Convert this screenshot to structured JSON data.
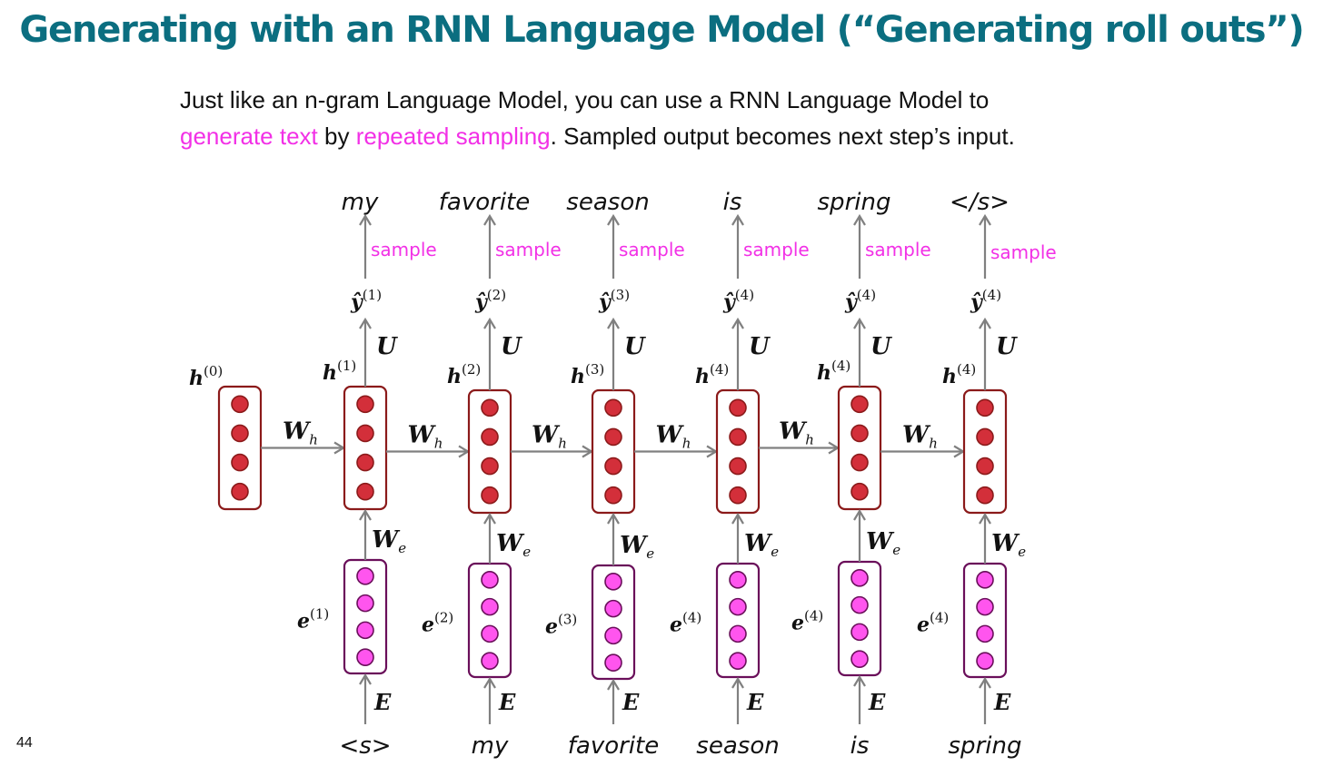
{
  "slide": {
    "title": "Generating with an RNN Language Model (“Generating roll outs”)",
    "subtitle_line1": "Just like an n-gram Language Model, you can use a RNN Language Model to",
    "subtitle_line2_hl1": "generate text",
    "subtitle_line2_mid": " by ",
    "subtitle_line2_hl2": "repeated sampling",
    "subtitle_line2_rest": ". Sampled output becomes next step’s input.",
    "slide_number": "44"
  },
  "colors": {
    "title": "#0b6e80",
    "highlight": "#f230e6",
    "hidden_fill": "#d32f3a",
    "hidden_stroke": "#8b1a1a",
    "embed_fill": "#ff55ee",
    "embed_stroke": "#6a0f5a",
    "arrow": "#808080"
  },
  "diagram": {
    "initial_hidden_label": "h",
    "initial_hidden_sup": "(0)",
    "recurrent_weight": "W",
    "recurrent_weight_sub": "h",
    "embed_weight": "W",
    "embed_weight_sub": "e",
    "output_weight": "U",
    "embedding_matrix": "E",
    "sample_label": "sample",
    "steps": [
      {
        "input": "<s>",
        "e_sup": "(1)",
        "h_sup": "(1)",
        "y_sup": "(1)",
        "output": "my"
      },
      {
        "input": "my",
        "e_sup": "(2)",
        "h_sup": "(2)",
        "y_sup": "(2)",
        "output": "favorite"
      },
      {
        "input": "favorite",
        "e_sup": "(3)",
        "h_sup": "(3)",
        "y_sup": "(3)",
        "output": "season"
      },
      {
        "input": "season",
        "e_sup": "(4)",
        "h_sup": "(4)",
        "y_sup": "(4)",
        "output": "is"
      },
      {
        "input": "is",
        "e_sup": "(4)",
        "h_sup": "(4)",
        "y_sup": "(4)",
        "output": "spring"
      },
      {
        "input": "spring",
        "e_sup": "(4)",
        "h_sup": "(4)",
        "y_sup": "(4)",
        "output": "</s>"
      }
    ]
  }
}
